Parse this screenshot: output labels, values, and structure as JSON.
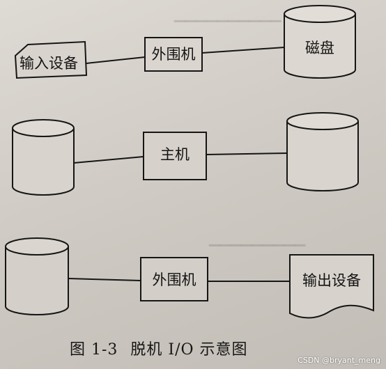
{
  "diagram": {
    "row1": {
      "input_device": "输入设备",
      "peripheral": "外围机",
      "disk": "磁盘"
    },
    "row2": {
      "host": "主机"
    },
    "row3": {
      "peripheral": "外围机",
      "output_device": "输出设备"
    }
  },
  "caption": {
    "number": "图 1-3",
    "title": "脱机 I/O 示意图"
  },
  "watermark": "CSDN @bryant_meng",
  "colors": {
    "paper": "#d4cfc8",
    "ink": "#141414"
  }
}
